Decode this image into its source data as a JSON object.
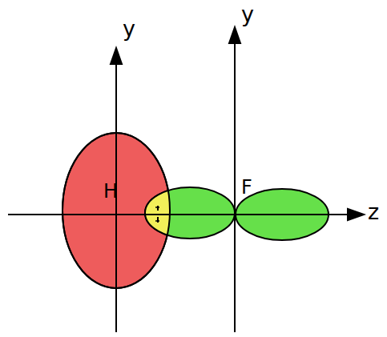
{
  "diagram": {
    "nodes": [
      {
        "text": [
          "H"
        ]
      },
      {
        "text": [
          "F"
        ]
      }
    ],
    "labels": [
      "y",
      "y",
      "z"
    ]
  }
}
